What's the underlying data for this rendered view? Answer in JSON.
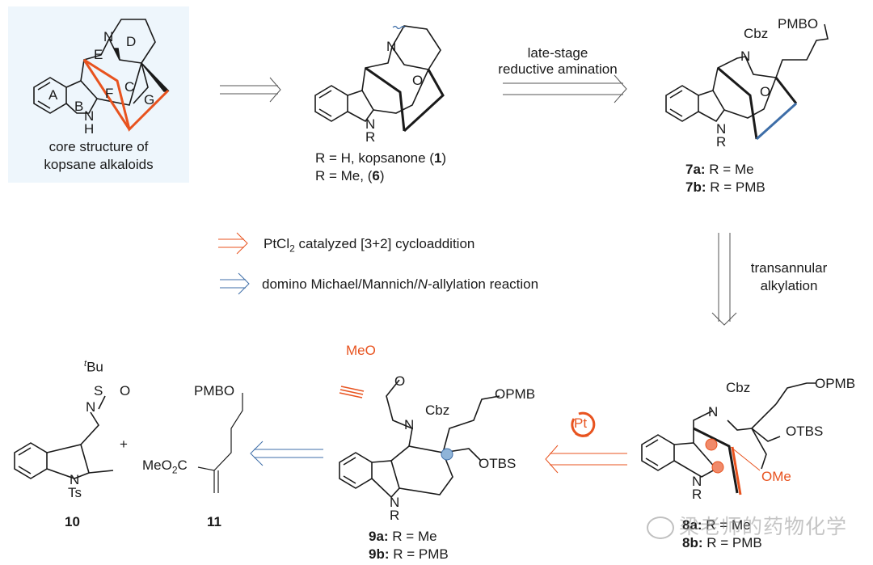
{
  "colors": {
    "orange": "#e8531f",
    "blue": "#3e6ea8",
    "box_bg": "#eef6fc",
    "bond": "#1a1a1a"
  },
  "core": {
    "caption_line1": "core structure of",
    "caption_line2": "kopsane alkaloids",
    "ring_labels": [
      "A",
      "B",
      "C",
      "D",
      "E",
      "F",
      "G"
    ],
    "atom_N": "N",
    "atom_H": "H"
  },
  "kopsanone": {
    "line1_prefix": "R = H, kopsanone (",
    "line1_num": "1",
    "line1_suffix": ")",
    "line2_prefix": "R = Me, (",
    "line2_num": "6",
    "line2_suffix": ")",
    "atoms": {
      "N_top": "N",
      "O": "O",
      "N_bottom": "N",
      "R": "R"
    }
  },
  "arrow_top_right": {
    "label_line1": "late-stage",
    "label_line2": "reductive amination"
  },
  "compound7": {
    "label_a_num": "7a:",
    "label_a_text": " R = Me",
    "label_b_num": "7b:",
    "label_b_text": " R = PMB",
    "atoms": {
      "Cbz": "Cbz",
      "PMBO": "PMBO",
      "N_top": "N",
      "O": "O",
      "N_bottom": "N",
      "R": "R"
    }
  },
  "legend": {
    "item1_prefix": "PtCl",
    "item1_sub": "2",
    "item1_suffix": " catalyzed [3+2] cycloaddition",
    "item2_prefix": "domino Michael/Mannich/",
    "item2_italic": "N",
    "item2_suffix": "-allylation reaction"
  },
  "arrow_down": {
    "label_line1": "transannular",
    "label_line2": "alkylation"
  },
  "compound8": {
    "label_a_num": "8a:",
    "label_a_text": " R = Me",
    "label_b_num": "8b:",
    "label_b_text": " R = PMB",
    "atoms": {
      "Cbz": "Cbz",
      "OPMB": "OPMB",
      "OTBS": "OTBS",
      "OMe": "OMe",
      "N_top": "N",
      "N_bottom": "N",
      "R": "R"
    }
  },
  "pt_catalyst": {
    "label": "Pt"
  },
  "compound9": {
    "label_a_num": "9a:",
    "label_a_text": " R = Me",
    "label_b_num": "9b:",
    "label_b_text": " R = PMB",
    "atoms": {
      "MeO": "MeO",
      "O": "O",
      "Cbz": "Cbz",
      "N_amine": "N",
      "OPMB": "OPMB",
      "OTBS": "OTBS",
      "N_indole": "N",
      "R": "R"
    }
  },
  "compound10": {
    "label": "10",
    "atoms": {
      "tBu_sup": "t",
      "tBu": "Bu",
      "S": "S",
      "O": "O",
      "N_imine": "N",
      "N_indole": "N",
      "Ts": "Ts"
    }
  },
  "plus_sign": "+",
  "compound11": {
    "label": "11",
    "atoms": {
      "PMBO": "PMBO",
      "MeO2C_prefix": "MeO",
      "MeO2C_sub": "2",
      "MeO2C_suffix": "C"
    }
  },
  "watermark": {
    "text": "梁老师的药物化学"
  }
}
